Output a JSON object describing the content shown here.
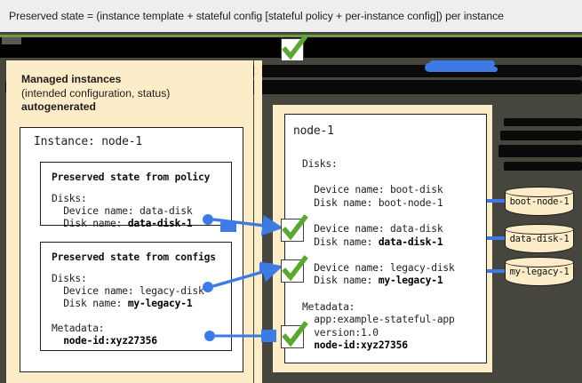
{
  "caption": {
    "text": "Preserved state = (instance template + stateful config [stateful policy + per-instance config]) per instance"
  },
  "colors": {
    "cream": "#fdecc8",
    "backdrop": "#46463f",
    "accent_blue": "#3d7ae4",
    "check_green": "#5aa832",
    "green_rule": "#6f9b40",
    "redaction": "#0a0a0a"
  },
  "left_panel": {
    "heading_line1": "Managed instances",
    "heading_line2": "(intended configuration, status)",
    "heading_line3": "autogenerated",
    "instance_title": "Instance: node-1",
    "boxes": [
      {
        "name": "preserved-state-from-policy",
        "header": "Preserved state from policy",
        "lines": [
          {
            "text": "Disks:",
            "bold": false
          },
          {
            "text": "  Device name: data-disk",
            "bold": false
          },
          {
            "text": "  Disk name: ",
            "bold_tail": "data-disk-1"
          }
        ]
      },
      {
        "name": "preserved-state-from-configs",
        "header": "Preserved state from configs",
        "lines": [
          {
            "text": "Disks:",
            "bold": false
          },
          {
            "text": "  Device name: legacy-disk",
            "bold": false
          },
          {
            "text": "  Disk name: ",
            "bold_tail": "my-legacy-1"
          },
          {
            "text": "",
            "bold": false
          },
          {
            "text": "Metadata:",
            "bold": false
          },
          {
            "text": "  ",
            "bold_tail": "node-id:xyz27356"
          }
        ]
      }
    ],
    "policy_block_text": "Disks:\n  Device name: data-disk\n  Disk name: data-disk-1",
    "configs_block_text": "Disks:\n  Device name: legacy-disk\n  Disk name: my-legacy-1\n\nMetadata:\n  node-id:xyz27356"
  },
  "right_panel": {
    "node_title": "node-1",
    "body_head": "Disks:",
    "disks": [
      {
        "device": "  Device name: boot-disk",
        "disk": "  Disk name: boot-node-1",
        "disk_bold": false
      },
      {
        "device": "  Device name: data-disk",
        "disk": "  Disk name: data-disk-1",
        "disk_bold": true
      },
      {
        "device": "  Device name: legacy-disk",
        "disk": "  Disk name: my-legacy-1",
        "disk_bold": true
      }
    ],
    "metadata_head": "Metadata:",
    "metadata": [
      {
        "text": "  app:example-stateful-app",
        "bold": false
      },
      {
        "text": "  version:1.0",
        "bold": false
      },
      {
        "text": "  node-id:xyz27356",
        "bold": true
      }
    ]
  },
  "disk_icons": [
    {
      "name": "disk-boot-node-1",
      "label": "boot-node-1"
    },
    {
      "name": "disk-data-disk-1",
      "label": "data-disk-1"
    },
    {
      "name": "disk-my-legacy-1",
      "label": "my-legacy-1"
    }
  ],
  "checkmarks": [
    {
      "name": "check-top",
      "glyph": "check-icon"
    },
    {
      "name": "check-data-disk",
      "glyph": "check-icon"
    },
    {
      "name": "check-legacy-disk",
      "glyph": "check-icon"
    },
    {
      "name": "check-node-id",
      "glyph": "check-icon"
    }
  ]
}
